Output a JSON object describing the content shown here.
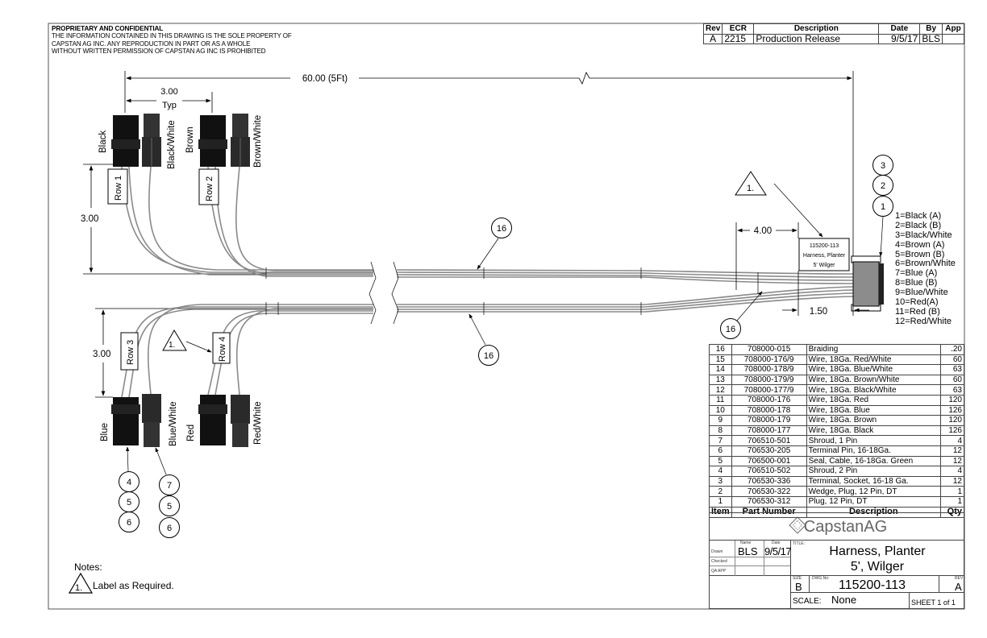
{
  "proprietary": {
    "heading": "PROPRIETARY AND CONFIDENTIAL",
    "lines": [
      "THE INFORMATION CONTAINED IN THIS DRAWING IS THE SOLE PROPERTY OF",
      "CAPSTAN AG INC.  ANY REPRODUCTION IN PART OR AS A WHOLE",
      "WITHOUT WRITTEN PERMISSION OF CAPSTAN AG INC IS PROHIBITED"
    ]
  },
  "revision_block": {
    "headers": [
      "Rev",
      "ECR",
      "Description",
      "Date",
      "By",
      "App"
    ],
    "rows": [
      [
        "A",
        "2215",
        "Production Release",
        "9/5/17",
        "BLS",
        ""
      ]
    ]
  },
  "dimensions": {
    "overall": "60.00 (5Ft)",
    "spacing": "3.00",
    "spacing_note": "Typ",
    "row_drop_upper": "3.00",
    "row_drop_lower": "3.00",
    "label_offset": "4.00",
    "label_width": "1.50"
  },
  "connectors": {
    "upper": [
      "Black",
      "Black/White",
      "Brown",
      "Brown/White"
    ],
    "lower": [
      "Blue",
      "Blue/White",
      "Red",
      "Red/White"
    ]
  },
  "row_tags": [
    "Row 1",
    "Row 2",
    "Row 3",
    "Row 4"
  ],
  "note_flag": "1.",
  "harness_label": [
    "115200-113",
    "Harness, Planter",
    "5' Wilger"
  ],
  "balloons": {
    "main_connector": [
      "3",
      "2",
      "1"
    ],
    "blue_connector": [
      "4",
      "5",
      "6"
    ],
    "blue_white_connector": [
      "7",
      "5",
      "6"
    ],
    "braiding": [
      "16",
      "16",
      "16"
    ]
  },
  "pin_legend": [
    "1=Black (A)",
    "2=Black (B)",
    "3=Black/White",
    "4=Brown (A)",
    "5=Brown (B)",
    "6=Brown/White",
    "7=Blue (A)",
    "8=Blue (B)",
    "9=Blue/White",
    "10=Red(A)",
    "11=Red (B)",
    "12=Red/White"
  ],
  "bom": {
    "headers": [
      "Item",
      "Part Number",
      "Description",
      "Qty"
    ],
    "rows": [
      [
        "16",
        "708000-015",
        "Braiding",
        ".20"
      ],
      [
        "15",
        "708000-176/9",
        "Wire, 18Ga. Red/White",
        "60"
      ],
      [
        "14",
        "708000-178/9",
        "Wire, 18Ga. Blue/White",
        "63"
      ],
      [
        "13",
        "708000-179/9",
        "Wire, 18Ga. Brown/White",
        "60"
      ],
      [
        "12",
        "708000-177/9",
        "Wire, 18Ga. Black/White",
        "63"
      ],
      [
        "11",
        "708000-176",
        "Wire, 18Ga. Red",
        "120"
      ],
      [
        "10",
        "708000-178",
        "Wire, 18Ga. Blue",
        "126"
      ],
      [
        "9",
        "708000-179",
        "Wire, 18Ga. Brown",
        "120"
      ],
      [
        "8",
        "708000-177",
        "Wire, 18Ga. Black",
        "126"
      ],
      [
        "7",
        "706510-501",
        "Shroud, 1 Pin",
        "4"
      ],
      [
        "6",
        "706530-205",
        "Terminal Pin, 16-18Ga.",
        "12"
      ],
      [
        "5",
        "706500-001",
        "Seal, Cable, 16-18Ga. Green",
        "12"
      ],
      [
        "4",
        "706510-502",
        "Shroud, 2 Pin",
        "4"
      ],
      [
        "3",
        "706530-336",
        "Terminal, Socket, 16-18 Ga.",
        "12"
      ],
      [
        "2",
        "706530-322",
        "Wedge, Plug, 12 Pin, DT",
        "1"
      ],
      [
        "1",
        "706530-312",
        "Plug, 12 Pin, DT",
        "1"
      ]
    ]
  },
  "title_block": {
    "logo": "CapstanAG",
    "name_label": "Name",
    "date_label": "Date",
    "drawn_label": "Drawn",
    "checked_label": "Checked",
    "qa_label": "QA APP",
    "drawn_name": "BLS",
    "drawn_date": "9/5/17",
    "title_label": "TITLE:",
    "title_line1": "Harness, Planter",
    "title_line2": "5', Wilger",
    "size_label": "SIZE",
    "size": "B",
    "dwg_label": "DWG No:",
    "dwg_no": "115200-113",
    "rev_label": "REV",
    "rev": "A",
    "scale_label": "SCALE:",
    "scale": "None",
    "sheet": "SHEET 1 of 1"
  },
  "notes": {
    "heading": "Notes:",
    "items": [
      "Label as Required."
    ]
  },
  "colors": {
    "line": "#000000",
    "wire": "#8a8a8a",
    "connector": "#111111",
    "connector_body": "#8c8c8c"
  }
}
